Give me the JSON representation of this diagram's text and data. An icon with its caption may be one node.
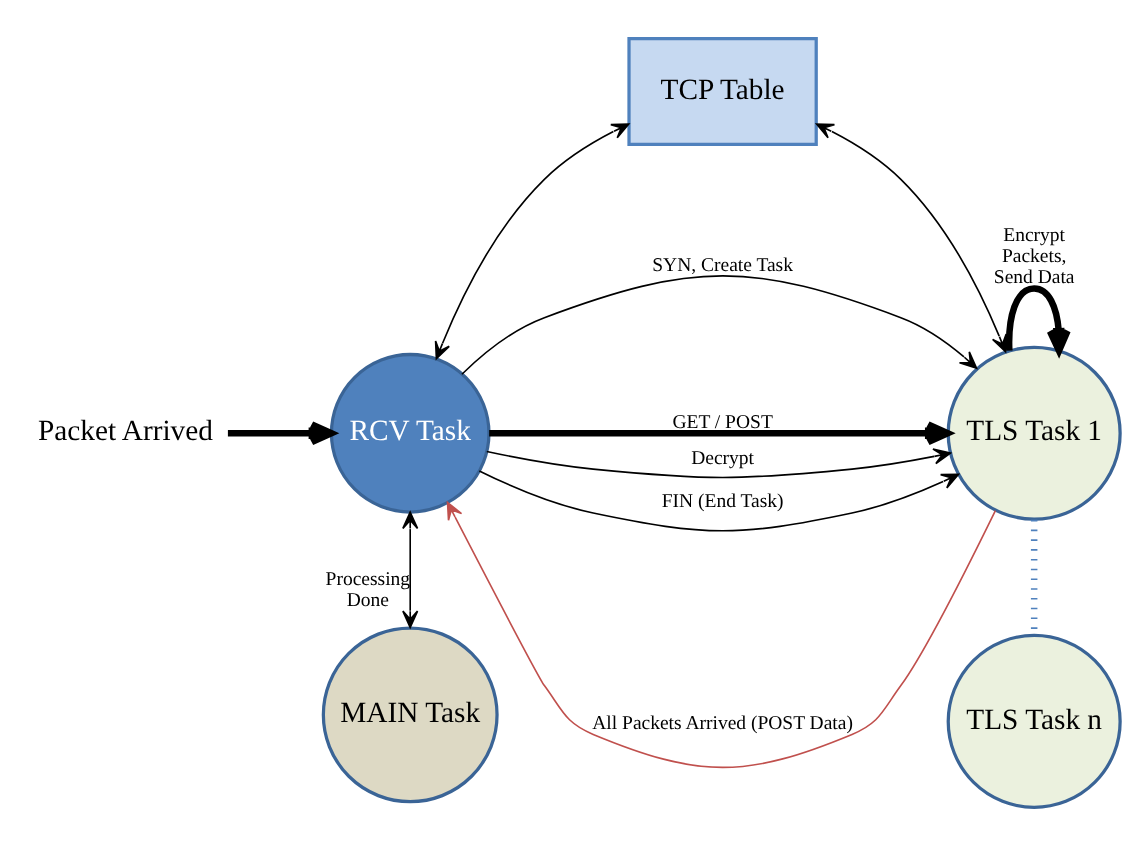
{
  "diagram": {
    "nodes": [
      {
        "text": [
          "RCV Task"
        ]
      },
      {
        "text": [
          "TCP Table"
        ]
      },
      {
        "text": [
          "TLS Task 1"
        ]
      },
      {
        "text": [
          "MAIN Task"
        ]
      },
      {
        "text": [
          "TLS Task n"
        ]
      },
      {
        "text": [
          "Packet Arrived"
        ]
      }
    ],
    "edges": [
      {
        "from": 5,
        "to": 0,
        "arrow": "to",
        "style": "thick"
      },
      {
        "from": 0,
        "to": 2,
        "arrow": "to",
        "label": "SYN, Create Task"
      },
      {
        "from": 0,
        "to": 2,
        "arrow": "to",
        "label": "GET / POST",
        "style": "thick"
      },
      {
        "from": 0,
        "to": 1,
        "arrow": "both"
      },
      {
        "from": 1,
        "to": 2,
        "arrow": "both"
      },
      {
        "from": 0,
        "to": 2,
        "arrow": "to",
        "label": "Decrypt"
      },
      {
        "from": 2,
        "to": 0,
        "arrow": "to",
        "label": "All Packets Arrived (POST Data)",
        "color": "#c0504d"
      },
      {
        "from": 0,
        "to": 2,
        "arrow": "to",
        "label": "FIN (End Task)"
      },
      {
        "from": 2,
        "to": 2,
        "arrow": "to",
        "label": "Encrypt Packets, Send Data",
        "style": "thick"
      },
      {
        "from": 0,
        "to": 3,
        "arrow": "both",
        "label": "Processing Done"
      },
      {
        "from": 2,
        "to": 4,
        "arrow": "none",
        "style": "dashed",
        "color": "#4f81bd"
      }
    ]
  }
}
